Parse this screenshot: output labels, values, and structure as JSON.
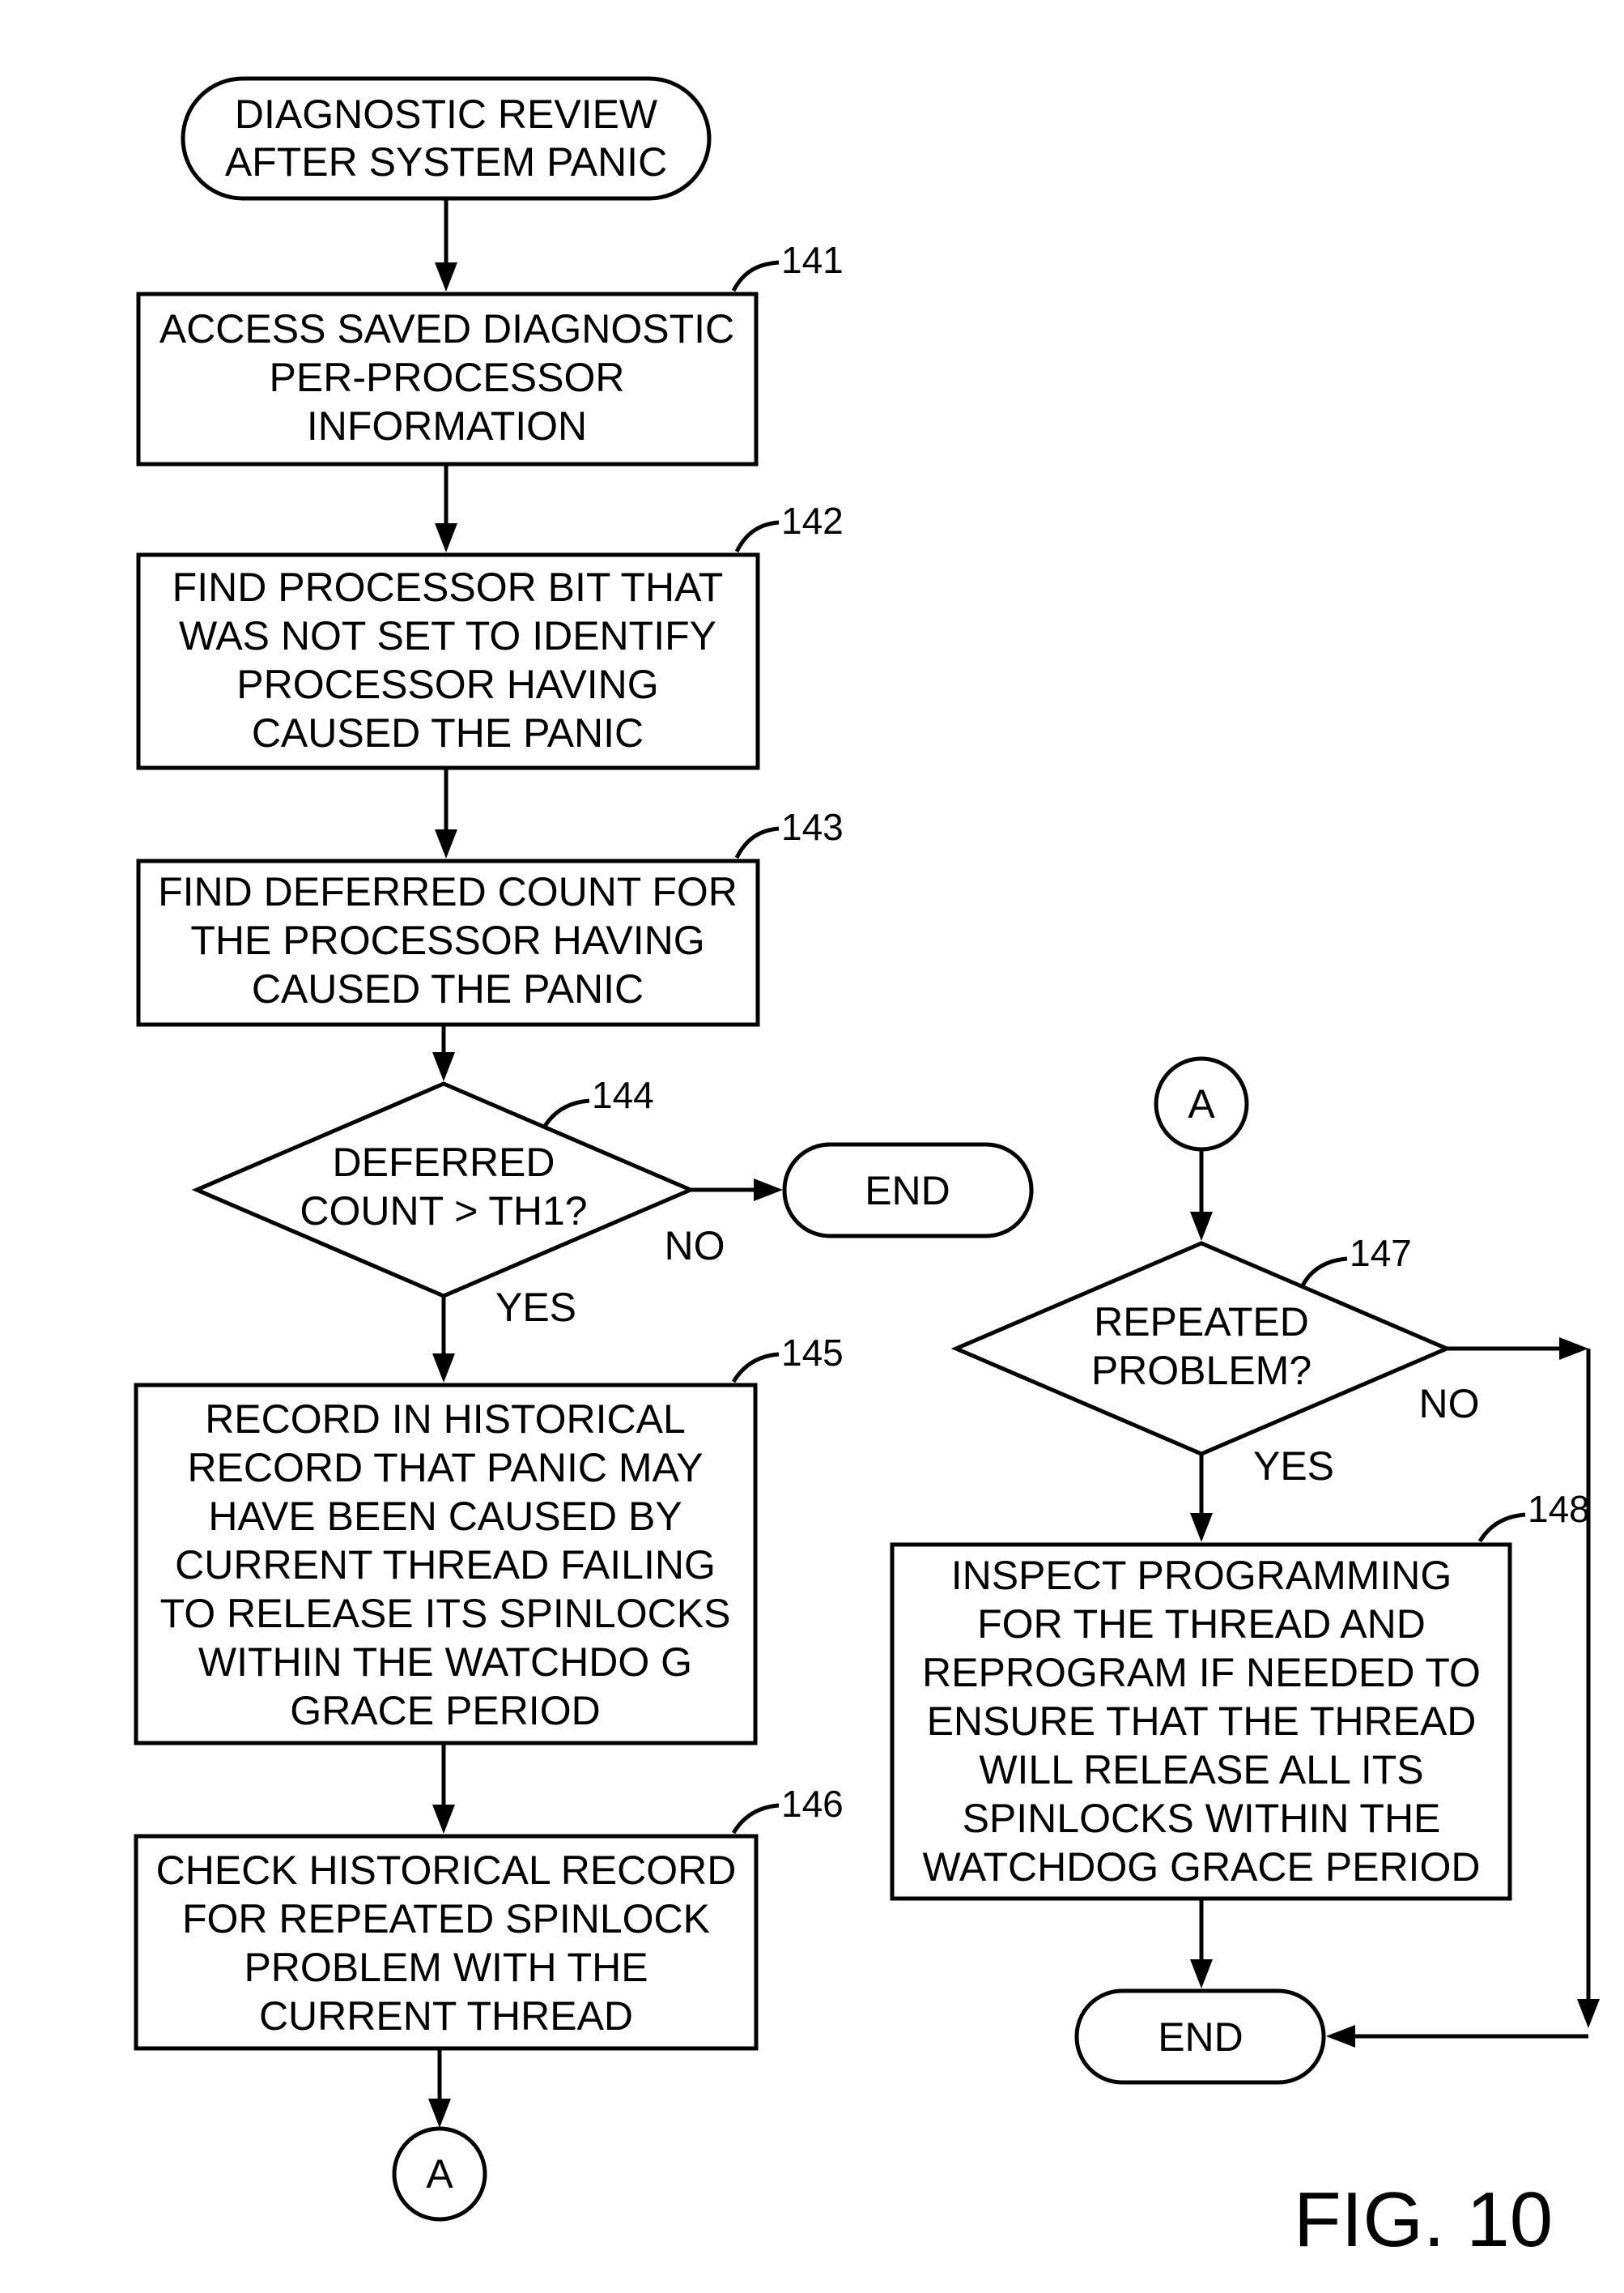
{
  "start": {
    "lines": [
      "DIAGNOSTIC REVIEW",
      "AFTER SYSTEM PANIC"
    ]
  },
  "steps": {
    "s141": {
      "ref": "141",
      "lines": [
        "ACCESS SAVED DIAGNOSTIC",
        "PER-PROCESSOR",
        "INFORMATION"
      ]
    },
    "s142": {
      "ref": "142",
      "lines": [
        "FIND PROCESSOR BIT THAT",
        "WAS NOT SET TO IDENTIFY",
        "PROCESSOR HAVING",
        "CAUSED THE PANIC"
      ]
    },
    "s143": {
      "ref": "143",
      "lines": [
        "FIND DEFERRED COUNT FOR",
        "THE PROCESSOR HAVING",
        "CAUSED THE PANIC"
      ]
    },
    "s144": {
      "ref": "144",
      "lines": [
        "DEFERRED",
        "COUNT > TH1?"
      ],
      "yes": "YES",
      "no": "NO"
    },
    "s145": {
      "ref": "145",
      "lines": [
        "RECORD IN HISTORICAL",
        "RECORD THAT PANIC MAY",
        "HAVE BEEN CAUSED BY",
        "CURRENT THREAD FAILING",
        "TO RELEASE ITS SPINLOCKS",
        "WITHIN THE WATCHDO G",
        "GRACE PERIOD"
      ]
    },
    "s146": {
      "ref": "146",
      "lines": [
        "CHECK HISTORICAL RECORD",
        "FOR REPEATED SPINLOCK",
        "PROBLEM WITH THE",
        "CURRENT THREAD"
      ]
    },
    "s147": {
      "ref": "147",
      "lines": [
        "REPEATED",
        "PROBLEM?"
      ],
      "yes": "YES",
      "no": "NO"
    },
    "s148": {
      "ref": "148",
      "lines": [
        "INSPECT PROGRAMMING",
        "FOR THE THREAD AND",
        "REPROGRAM IF NEEDED TO",
        "ENSURE THAT THE THREAD",
        "WILL RELEASE ALL ITS",
        "SPINLOCKS WITHIN THE",
        "WATCHDOG GRACE PERIOD"
      ]
    }
  },
  "end_label": "END",
  "connector_label": "A",
  "figure_label": "FIG. 10"
}
